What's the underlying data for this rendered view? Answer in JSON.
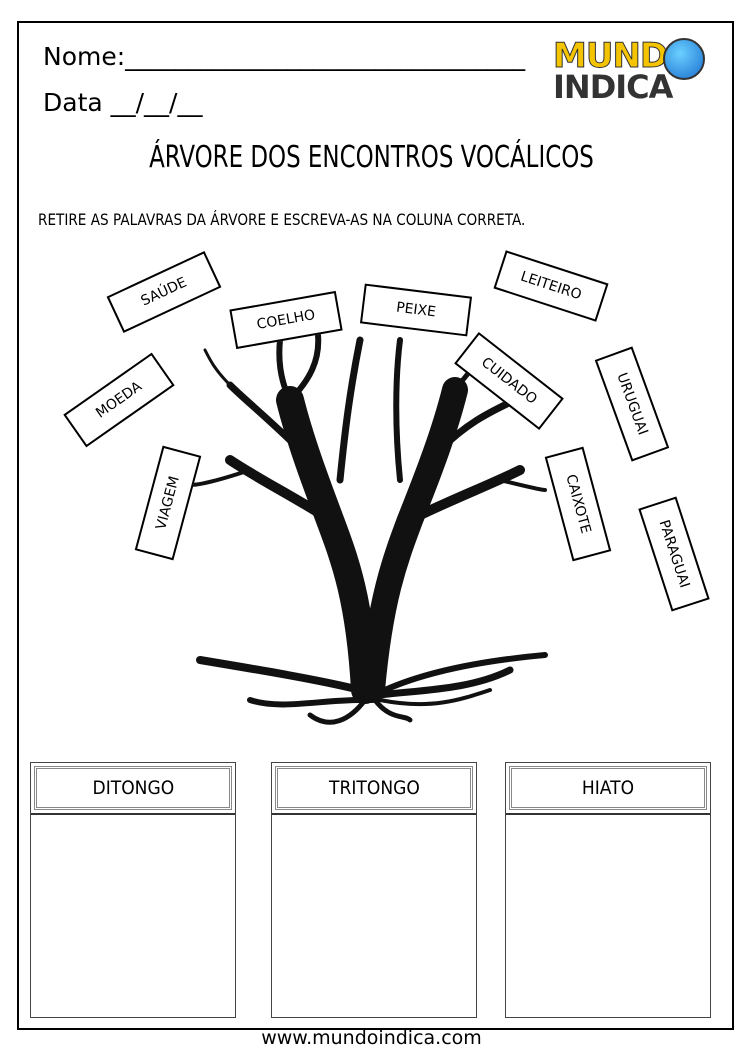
{
  "header": {
    "name_label": "Nome:________________________________",
    "date_label": "Data __/__/__"
  },
  "logo": {
    "line1": "MUNDO",
    "line2": "INDICA"
  },
  "title": "ÁRVORE DOS ENCONTROS VOCÁLICOS",
  "instruction": "RETIRE AS PALAVRAS DA ÁRVORE E ESCREVA-AS NA COLUNA CORRETA.",
  "words": [
    "SAÚDE",
    "COELHO",
    "PEIXE",
    "LEITEIRO",
    "MOEDA",
    "CUIDADO",
    "URUGUAI",
    "VIAGEM",
    "CAIXOTE",
    "PARAGUAI"
  ],
  "columns": [
    "DITONGO",
    "TRITONGO",
    "HIATO"
  ],
  "footer": "www.mundoindica.com"
}
